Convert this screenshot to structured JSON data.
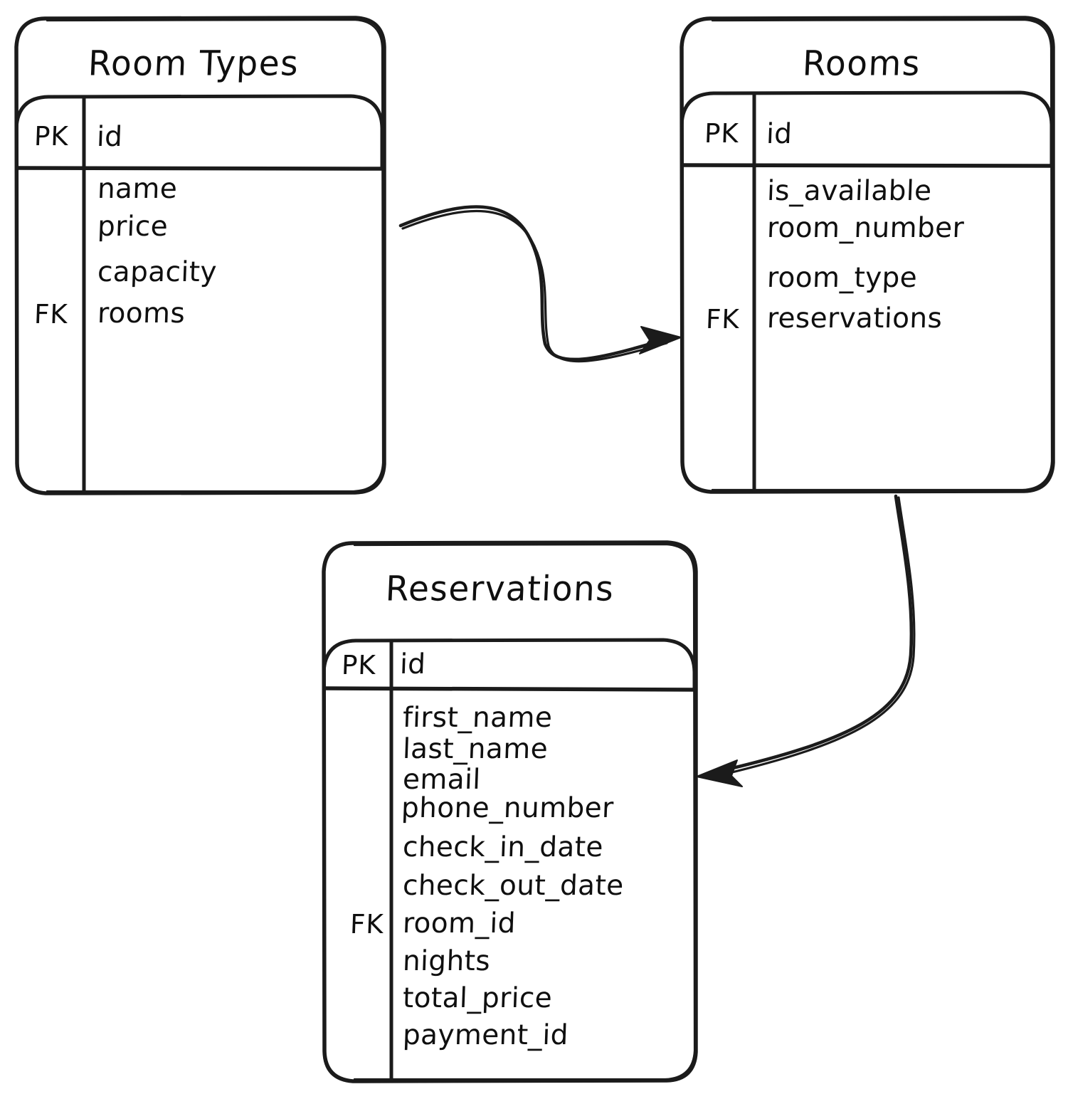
{
  "diagram": {
    "kind": "entity-relationship-diagram",
    "style": "hand-drawn",
    "background_color": "#ffffff",
    "stroke_color": "#1b1b1b",
    "text_color": "#0f0f0f"
  },
  "entities": [
    {
      "id": "room_types",
      "title": "Room Types",
      "primary_key": {
        "tag": "PK",
        "field": "id"
      },
      "foreign_key_tag": "FK",
      "fields": [
        {
          "name": "name",
          "key": ""
        },
        {
          "name": "price",
          "key": ""
        },
        {
          "name": "capacity",
          "key": ""
        },
        {
          "name": "rooms",
          "key": "FK"
        }
      ]
    },
    {
      "id": "rooms",
      "title": "Rooms",
      "primary_key": {
        "tag": "PK",
        "field": "id"
      },
      "foreign_key_tag": "FK",
      "fields": [
        {
          "name": "is_available",
          "key": ""
        },
        {
          "name": "room_number",
          "key": ""
        },
        {
          "name": "room_type",
          "key": ""
        },
        {
          "name": "reservations",
          "key": "FK"
        }
      ]
    },
    {
      "id": "reservations",
      "title": "Reservations",
      "primary_key": {
        "tag": "PK",
        "field": "id"
      },
      "foreign_key_tag": "FK",
      "fields": [
        {
          "name": "first_name",
          "key": ""
        },
        {
          "name": "last_name",
          "key": ""
        },
        {
          "name": "email",
          "key": ""
        },
        {
          "name": "phone_number",
          "key": ""
        },
        {
          "name": "check_in_date",
          "key": ""
        },
        {
          "name": "check_out_date",
          "key": ""
        },
        {
          "name": "room_id",
          "key": "FK"
        },
        {
          "name": "nights",
          "key": ""
        },
        {
          "name": "total_price",
          "key": ""
        },
        {
          "name": "payment_id",
          "key": ""
        }
      ]
    }
  ],
  "relationships": [
    {
      "id": "rel-room-types-to-rooms",
      "from": "room_types",
      "to": "rooms",
      "arrow": "single-end"
    },
    {
      "id": "rel-rooms-to-reservations",
      "from": "rooms",
      "to": "reservations",
      "arrow": "single-end"
    }
  ]
}
